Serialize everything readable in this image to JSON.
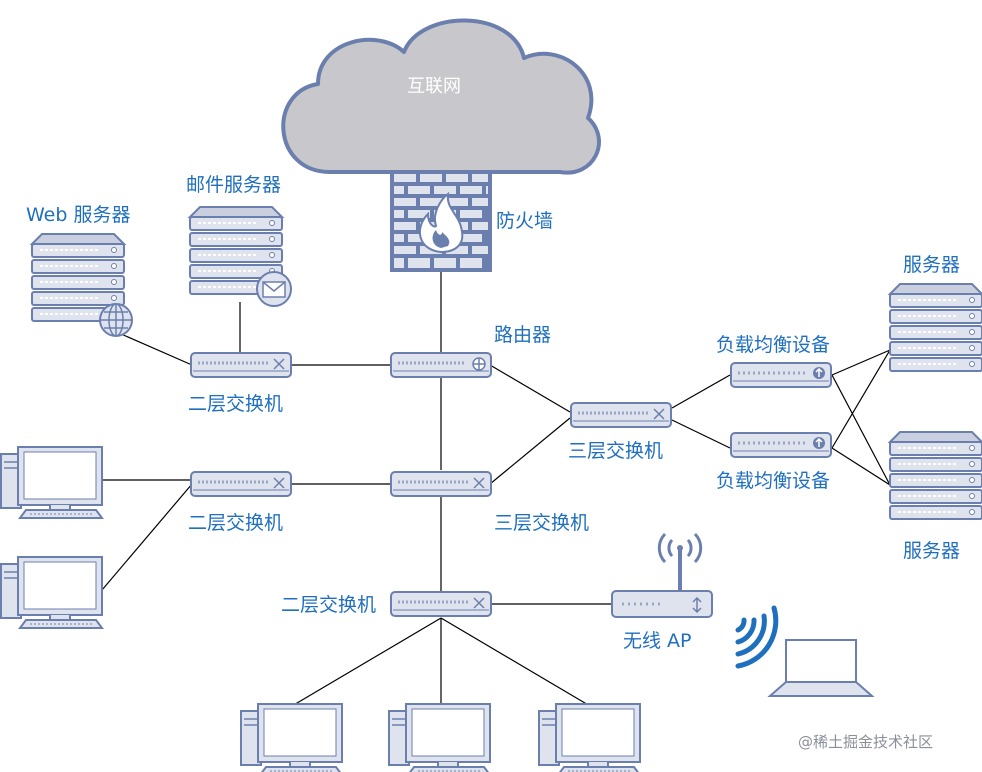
{
  "labels": {
    "internet": "互联网",
    "firewall": "防火墙",
    "router": "路由器",
    "web_server": "Web 服务器",
    "mail_server": "邮件服务器",
    "l2_switch_top": "二层交换机",
    "l2_switch_mid": "二层交换机",
    "l2_switch_bottom": "二层交换机",
    "l3_switch_center": "三层交换机",
    "l3_switch_right": "三层交换机",
    "load_balancer_1": "负载均衡设备",
    "load_balancer_2": "负载均衡设备",
    "server_1": "服务器",
    "server_2": "服务器",
    "wireless_ap": "无线 AP"
  },
  "watermark": "@稀土掘金技术社区",
  "colors": {
    "label": "#1f6fbf",
    "device_fill": "#dfe3ee",
    "device_stroke": "#6b7fae",
    "cloud_fill": "#c8c8cc",
    "cloud_stroke": "#6b7fae",
    "brick": "#6b7fae",
    "link": "#000000",
    "wifi": "#1f6fbf"
  }
}
